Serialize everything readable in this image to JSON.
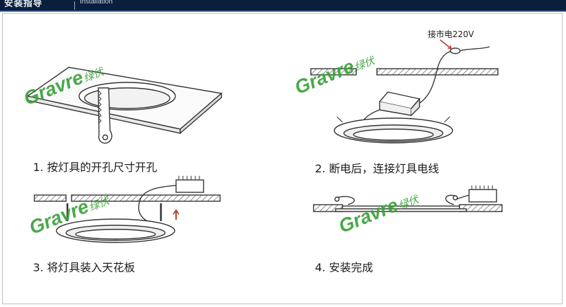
{
  "header": {
    "title_cn": "安装指导",
    "title_en": "Installation"
  },
  "steps": [
    {
      "label": "1. 按灯具的开孔尺寸开孔"
    },
    {
      "label": "2. 断电后，连接灯具电线"
    },
    {
      "label": "3. 将灯具装入天花板"
    },
    {
      "label": "4. 安装完成"
    }
  ],
  "annotations": {
    "voltage": "接市电220V"
  },
  "watermark": {
    "latin": "Gravre",
    "cn": "绿伏",
    "color": "#3aa23a"
  },
  "colors": {
    "header_bg": "#0b1e3c",
    "line": "#333333",
    "arrow": "#c0392b"
  }
}
